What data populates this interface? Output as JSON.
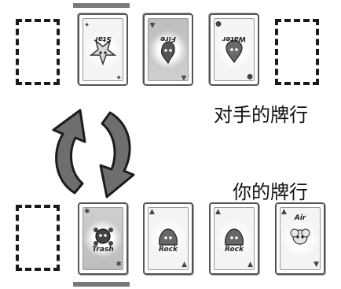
{
  "labels": {
    "opponent_row": "对手的牌行",
    "player_row": "你的牌行"
  },
  "opponent_cards": [
    {
      "name": "Star",
      "style": "white",
      "icon": "star-creature-icon"
    },
    {
      "name": "Fire",
      "style": "gray",
      "icon": "fire-creature-icon"
    },
    {
      "name": "Water",
      "style": "white",
      "icon": "water-creature-icon"
    }
  ],
  "player_cards": [
    {
      "name": "Trash",
      "style": "gray",
      "icon": "trash-creature-icon"
    },
    {
      "name": "Rock",
      "style": "white",
      "icon": "rock-creature-icon"
    },
    {
      "name": "Rock",
      "style": "white",
      "icon": "rock-creature-icon"
    },
    {
      "name": "Air",
      "style": "white",
      "icon": "air-creature-icon"
    }
  ],
  "colors": {
    "arrow_fill": "#6e6e6e",
    "arrow_stroke": "#1c1c1c",
    "bar": "#7a7a7a"
  }
}
